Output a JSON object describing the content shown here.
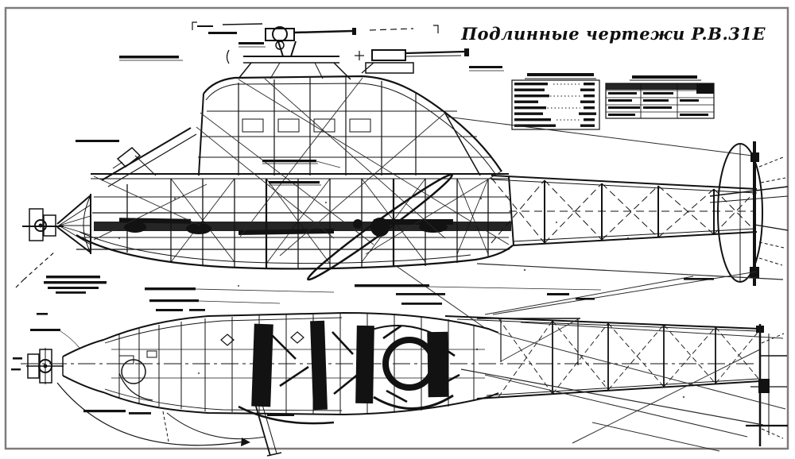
{
  "page": {
    "title": "Подлинные чертежи P.B.31E",
    "colors": {
      "paper": "#ffffff",
      "ink": "#121212",
      "frame": "#7d7d7d"
    }
  },
  "drawing": {
    "kind": "scanned original blueprint, side elevation and plan view of P.B.31E aircraft",
    "legible_text": [
      "Подлинные чертежи P.B.31E"
    ],
    "tables": {
      "left_table": {
        "legible": false
      },
      "right_table": {
        "legible": false
      }
    }
  }
}
